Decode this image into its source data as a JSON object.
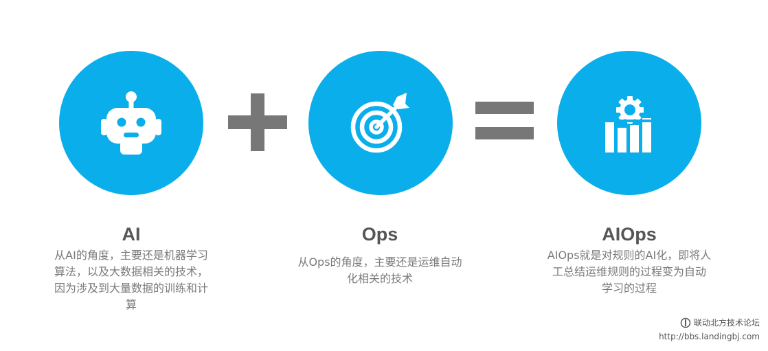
{
  "colors": {
    "circle": "#0aaeea",
    "operator": "#777777",
    "title": "#565656",
    "text": "#7a7a7a",
    "icon": "#ffffff"
  },
  "icons": {
    "ai": "robot-icon",
    "ops": "target-arrow-icon",
    "aiops": "gear-bar-chart-icon",
    "plus": "plus-icon",
    "equals": "equals-icon"
  },
  "items": {
    "ai": {
      "title": "AI",
      "lines": [
        "从AI的角度，主要还是机器学习",
        "算法，以及大数据相关的技术，",
        "因为涉及到大量数据的训练和计",
        "算"
      ]
    },
    "ops": {
      "title": "Ops",
      "lines": [
        "从Ops的角度，主要还是运维自动",
        "化相关的技术"
      ]
    },
    "aiops": {
      "title": "AIOps",
      "lines": [
        "AIOps就是对规则的AI化，即将人",
        "工总结运维规则的过程变为自动",
        "学习的过程"
      ]
    }
  },
  "watermark": {
    "name": "联动北方技术论坛",
    "url": "http://bbs.landingbj.com"
  }
}
